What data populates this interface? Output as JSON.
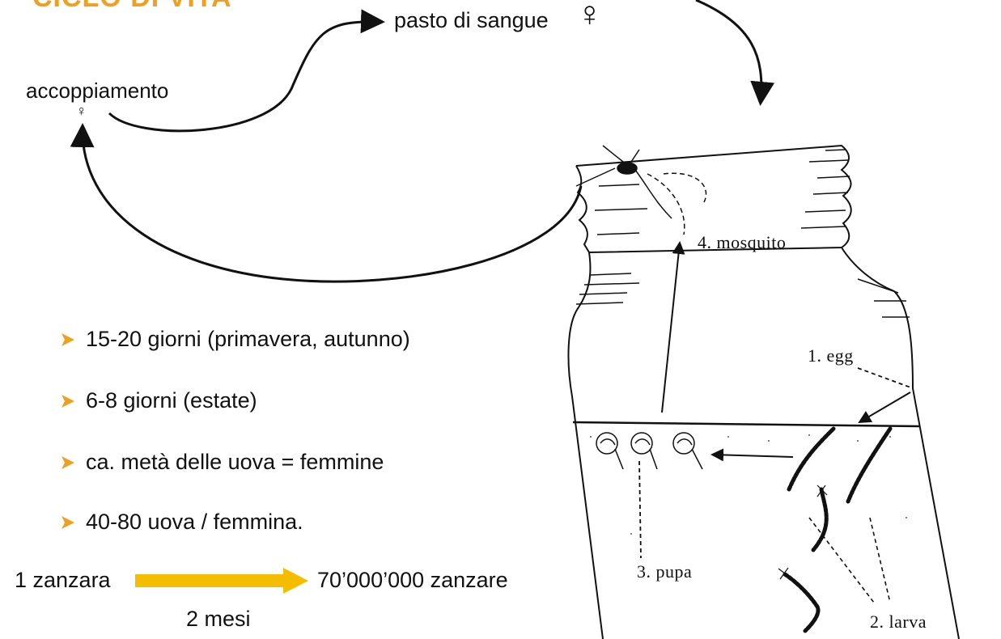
{
  "title": "CICLO DI VITA",
  "cycle": {
    "mating_label": "accoppiamento",
    "mating_symbol": "♀",
    "blood_meal_label": "pasto di sangue",
    "blood_meal_symbol": "♀"
  },
  "stages": {
    "mosquito": "4. mosquito",
    "egg": "1. egg",
    "pupa": "3. pupa",
    "larva": "2. larva"
  },
  "bullets": [
    "15-20 giorni (primavera, autunno)",
    "6-8 giorni (estate)",
    "ca. metà delle uova = femmine",
    "40-80 uova / femmina."
  ],
  "growth": {
    "from": "1 zanzara",
    "to": "70’000’000 zanzare",
    "period": "2 mesi"
  },
  "colors": {
    "title": "#f0a020",
    "bullet_arrow": "#f0a020",
    "growth_arrow": "#f5bd00",
    "ink": "#111111"
  }
}
